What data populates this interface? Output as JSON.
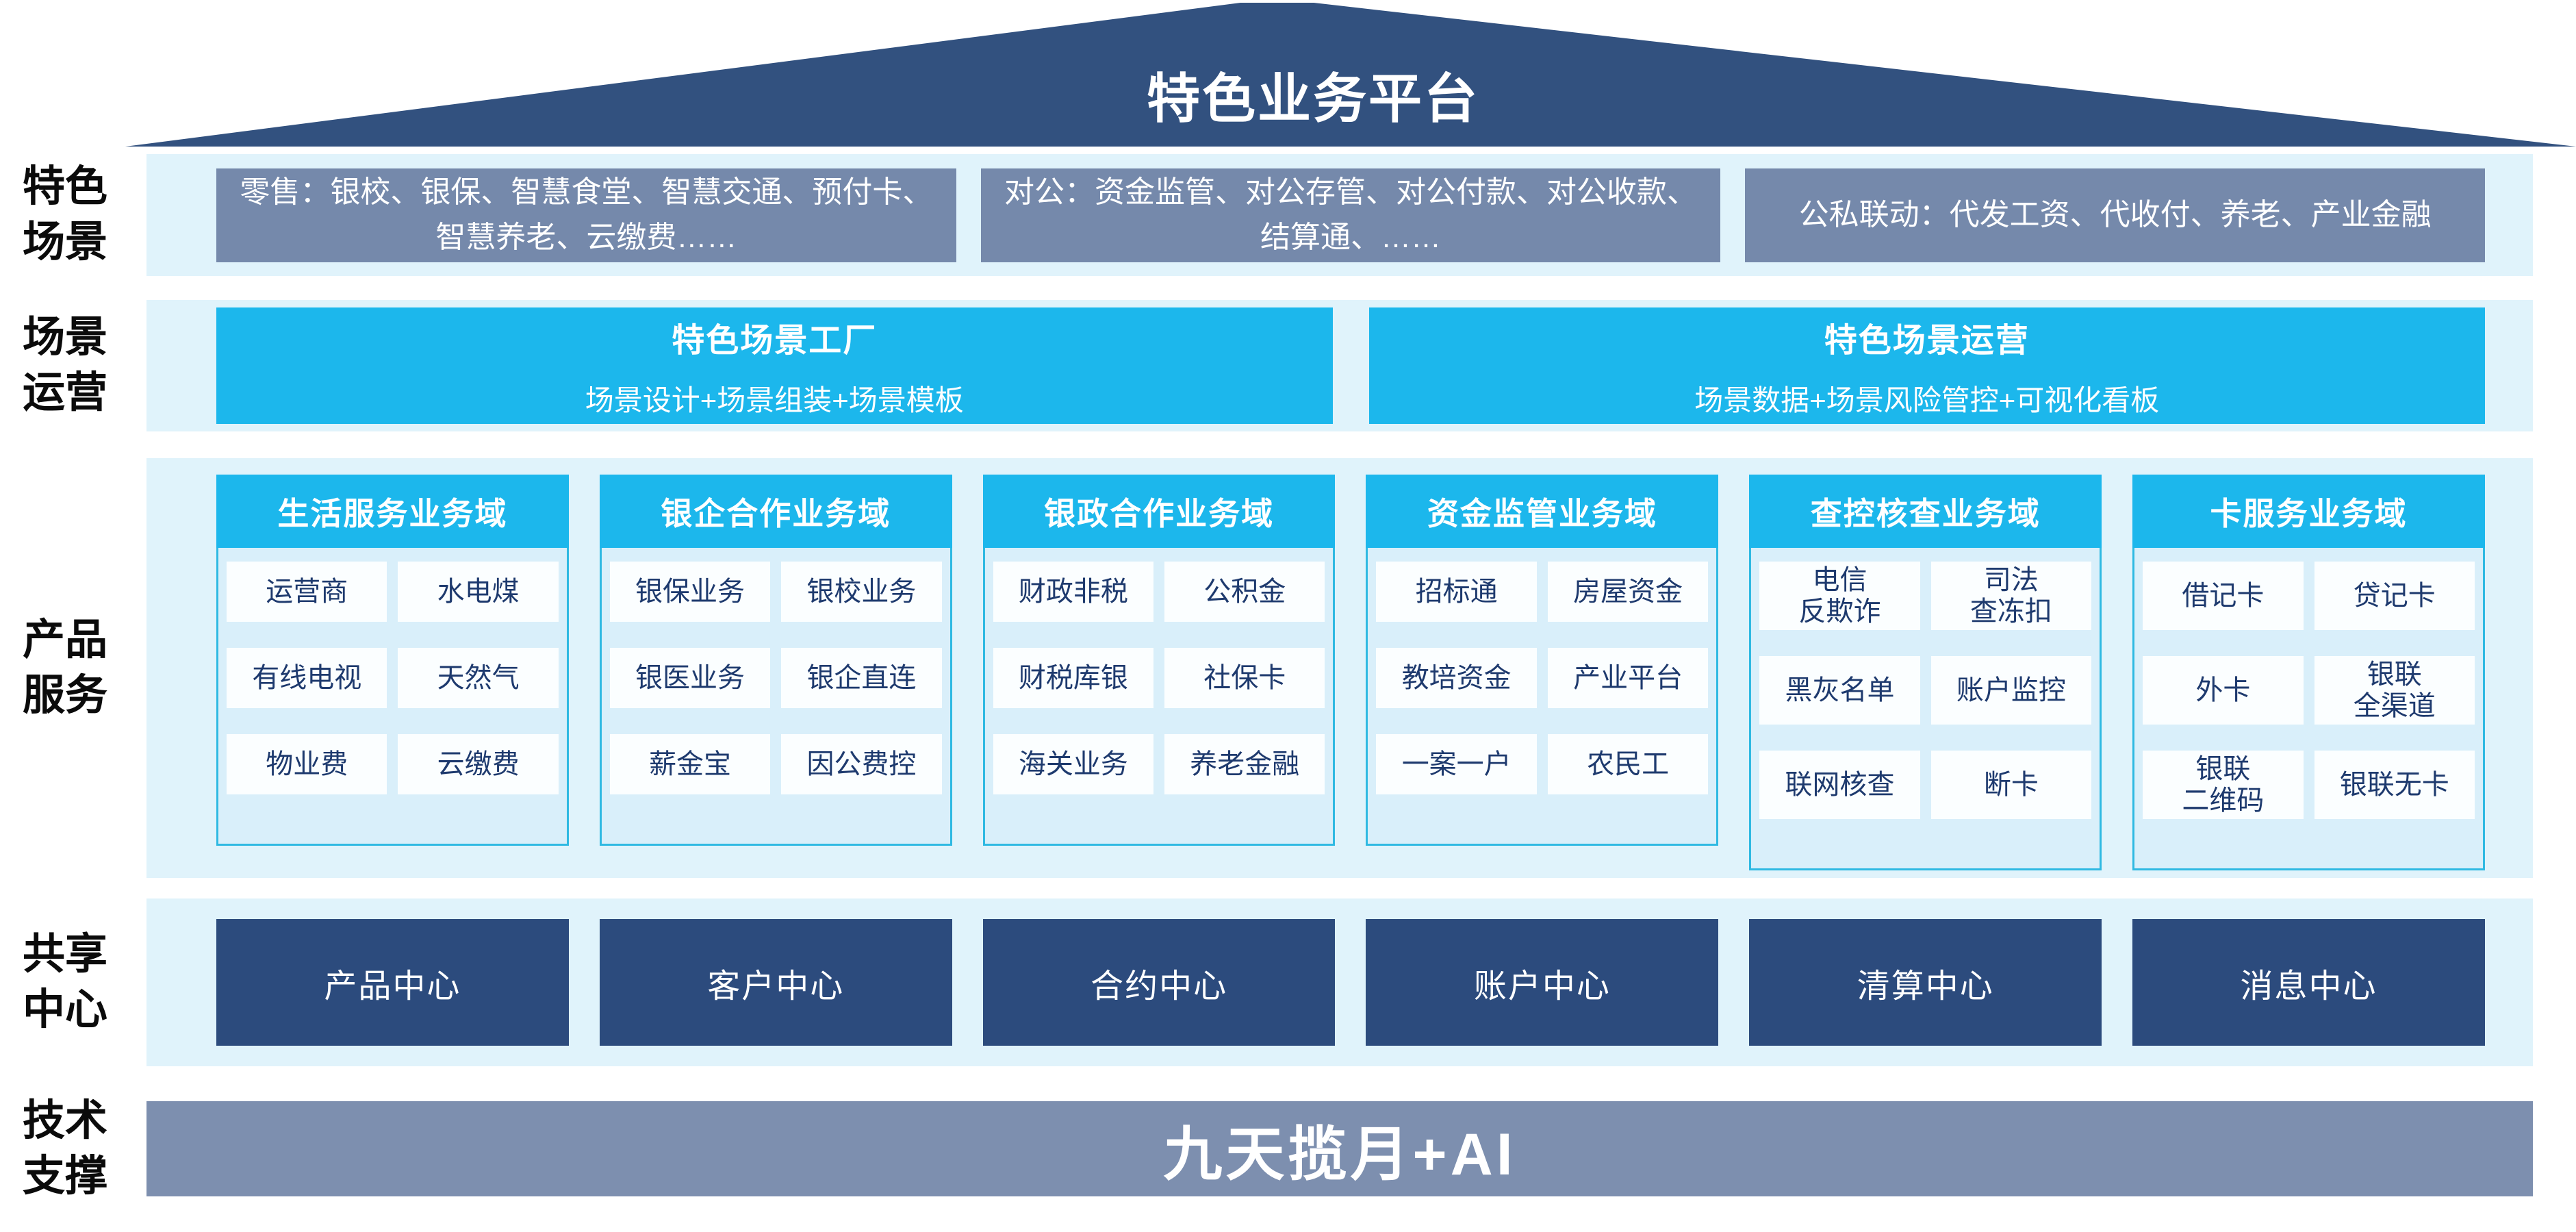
{
  "title": "特色业务平台",
  "colors": {
    "roof_navy": "#32517F",
    "center_navy": "#2C4B7D",
    "accent_cyan": "#1CB7EC",
    "slate_blue_box": "#7589AB",
    "tech_bar_slate": "#7D8FAF",
    "band_light_blue": "#E0F3FB",
    "panel_light_blue": "#D9EFFA",
    "cell_text_navy": "#1E3A6E"
  },
  "rows": {
    "scenes": {
      "label": "特色\n场景",
      "boxes": [
        "零售：银校、银保、智慧食堂、智慧交通、预付卡、智慧养老、云缴费……",
        "对公：资金监管、对公存管、对公付款、对公收款、结算通、……",
        "公私联动：代发工资、代收付、养老、产业金融"
      ]
    },
    "operation": {
      "label": "场景\n运营",
      "boxes": [
        {
          "title": "特色场景工厂",
          "subtitle": "场景设计+场景组装+场景模板"
        },
        {
          "title": "特色场景运营",
          "subtitle": "场景数据+场景风险管控+可视化看板"
        }
      ]
    },
    "products": {
      "label": "产品\n服务",
      "columns": [
        {
          "header": "生活服务业务域",
          "cells": [
            "运营商",
            "水电煤",
            "有线电视",
            "天然气",
            "物业费",
            "云缴费"
          ]
        },
        {
          "header": "银企合作业务域",
          "cells": [
            "银保业务",
            "银校业务",
            "银医业务",
            "银企直连",
            "薪金宝",
            "因公费控"
          ]
        },
        {
          "header": "银政合作业务域",
          "cells": [
            "财政非税",
            "公积金",
            "财税库银",
            "社保卡",
            "海关业务",
            "养老金融"
          ]
        },
        {
          "header": "资金监管业务域",
          "cells": [
            "招标通",
            "房屋资金",
            "教培资金",
            "产业平台",
            "一案一户",
            "农民工"
          ]
        },
        {
          "header": "查控核查业务域",
          "cells": [
            "电信\n反欺诈",
            "司法\n查冻扣",
            "黑灰名单",
            "账户监控",
            "联网核查",
            "断卡"
          ]
        },
        {
          "header": "卡服务业务域",
          "cells": [
            "借记卡",
            "贷记卡",
            "外卡",
            "银联\n全渠道",
            "银联\n二维码",
            "银联无卡"
          ]
        }
      ]
    },
    "centers": {
      "label": "共享\n中心",
      "boxes": [
        "产品中心",
        "客户中心",
        "合约中心",
        "账户中心",
        "清算中心",
        "消息中心"
      ]
    },
    "tech": {
      "label": "技术\n支撑",
      "banner": "九天揽月+AI"
    }
  }
}
